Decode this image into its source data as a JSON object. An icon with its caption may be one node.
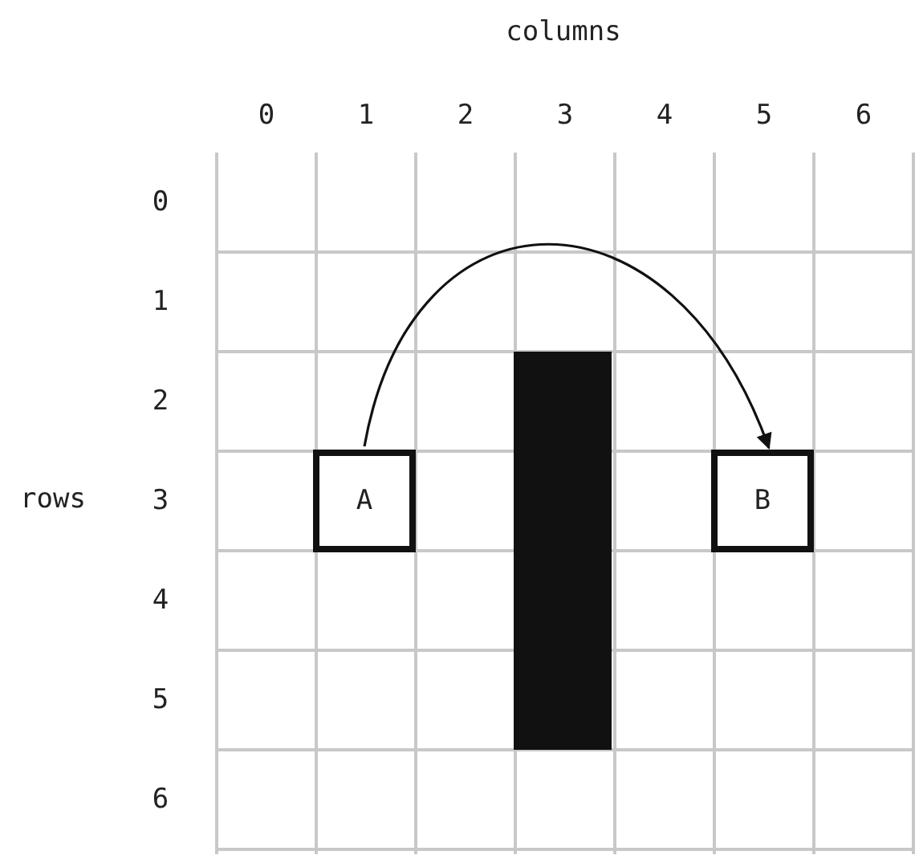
{
  "diagram": {
    "nodes": [
      {
        "text": [
          "A"
        ]
      },
      {
        "text": [],
        "shape": "bar"
      },
      {
        "text": [
          "B"
        ]
      }
    ],
    "edges": [
      {
        "from": 0,
        "to": 2,
        "arrow": "to"
      }
    ],
    "labels": [
      "columns",
      "0",
      "1",
      "2",
      "3",
      "4",
      "5",
      "6",
      "rows",
      "0",
      "1",
      "2",
      "3",
      "4",
      "5",
      "6"
    ]
  }
}
